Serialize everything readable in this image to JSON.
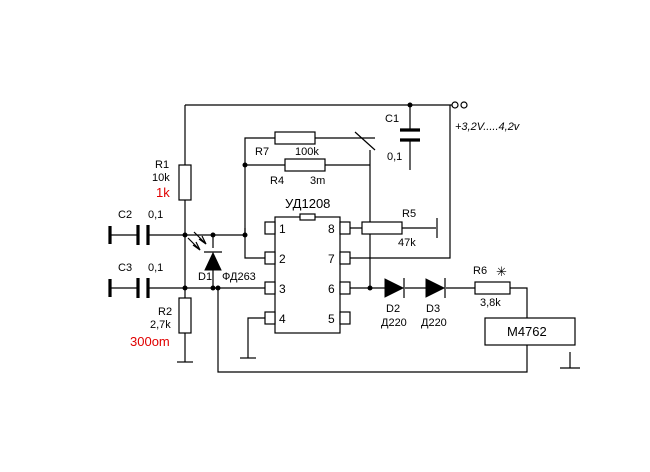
{
  "supply": {
    "label": "+3,2V.....4,2v"
  },
  "components": {
    "r1": {
      "ref": "R1",
      "value": "10k",
      "alt": "1k"
    },
    "r2": {
      "ref": "R2",
      "value": "2,7k",
      "alt": "300om"
    },
    "r4": {
      "ref": "R4",
      "value": "3m"
    },
    "r5": {
      "ref": "R5",
      "value": "47k"
    },
    "r6": {
      "ref": "R6",
      "value": "3,8k",
      "mark": "✳"
    },
    "r7": {
      "ref": "R7",
      "value": "100k"
    },
    "c1": {
      "ref": "C1",
      "value": "0,1"
    },
    "c2": {
      "ref": "C2",
      "value": "0,1"
    },
    "c3": {
      "ref": "C3",
      "value": "0,1"
    },
    "d1": {
      "ref": "D1",
      "value": "ФД263"
    },
    "d2": {
      "ref": "D2",
      "value": "Д220"
    },
    "d3": {
      "ref": "D3",
      "value": "Д220"
    },
    "ic": {
      "ref": "УД1208",
      "pins": [
        "1",
        "2",
        "3",
        "4",
        "5",
        "6",
        "7",
        "8"
      ]
    },
    "meter": {
      "ref": "M4762"
    }
  },
  "colors": {
    "wire": "#000000",
    "highlight": "#e00000",
    "background": "#ffffff"
  }
}
